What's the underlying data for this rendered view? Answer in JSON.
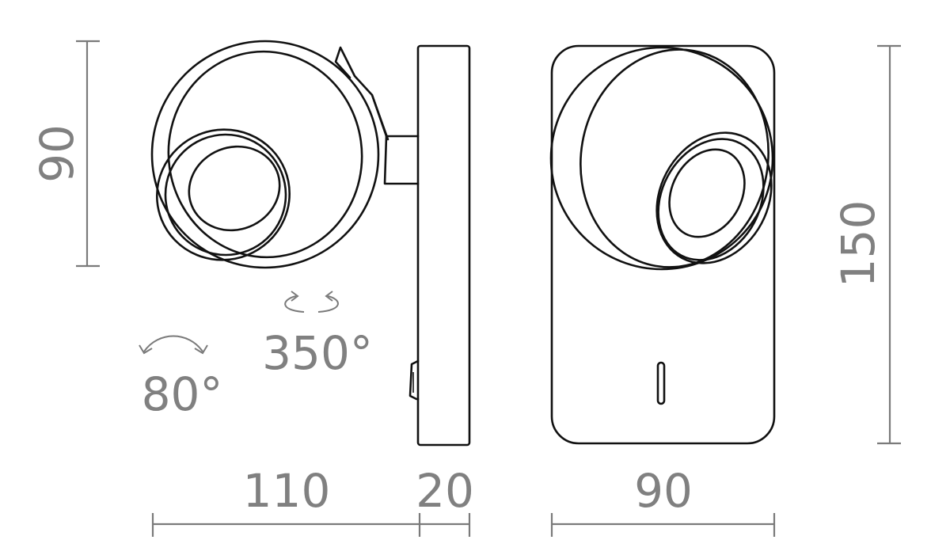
{
  "diagram": {
    "dimensions": {
      "height_head": "90",
      "height_total": "150",
      "projection": "110",
      "base_depth": "20",
      "width": "90"
    },
    "rotation": {
      "horizontal": "350°",
      "vertical": "80°"
    },
    "colors": {
      "ink": "#111111",
      "dimension": "#808080",
      "background": "#ffffff"
    }
  }
}
